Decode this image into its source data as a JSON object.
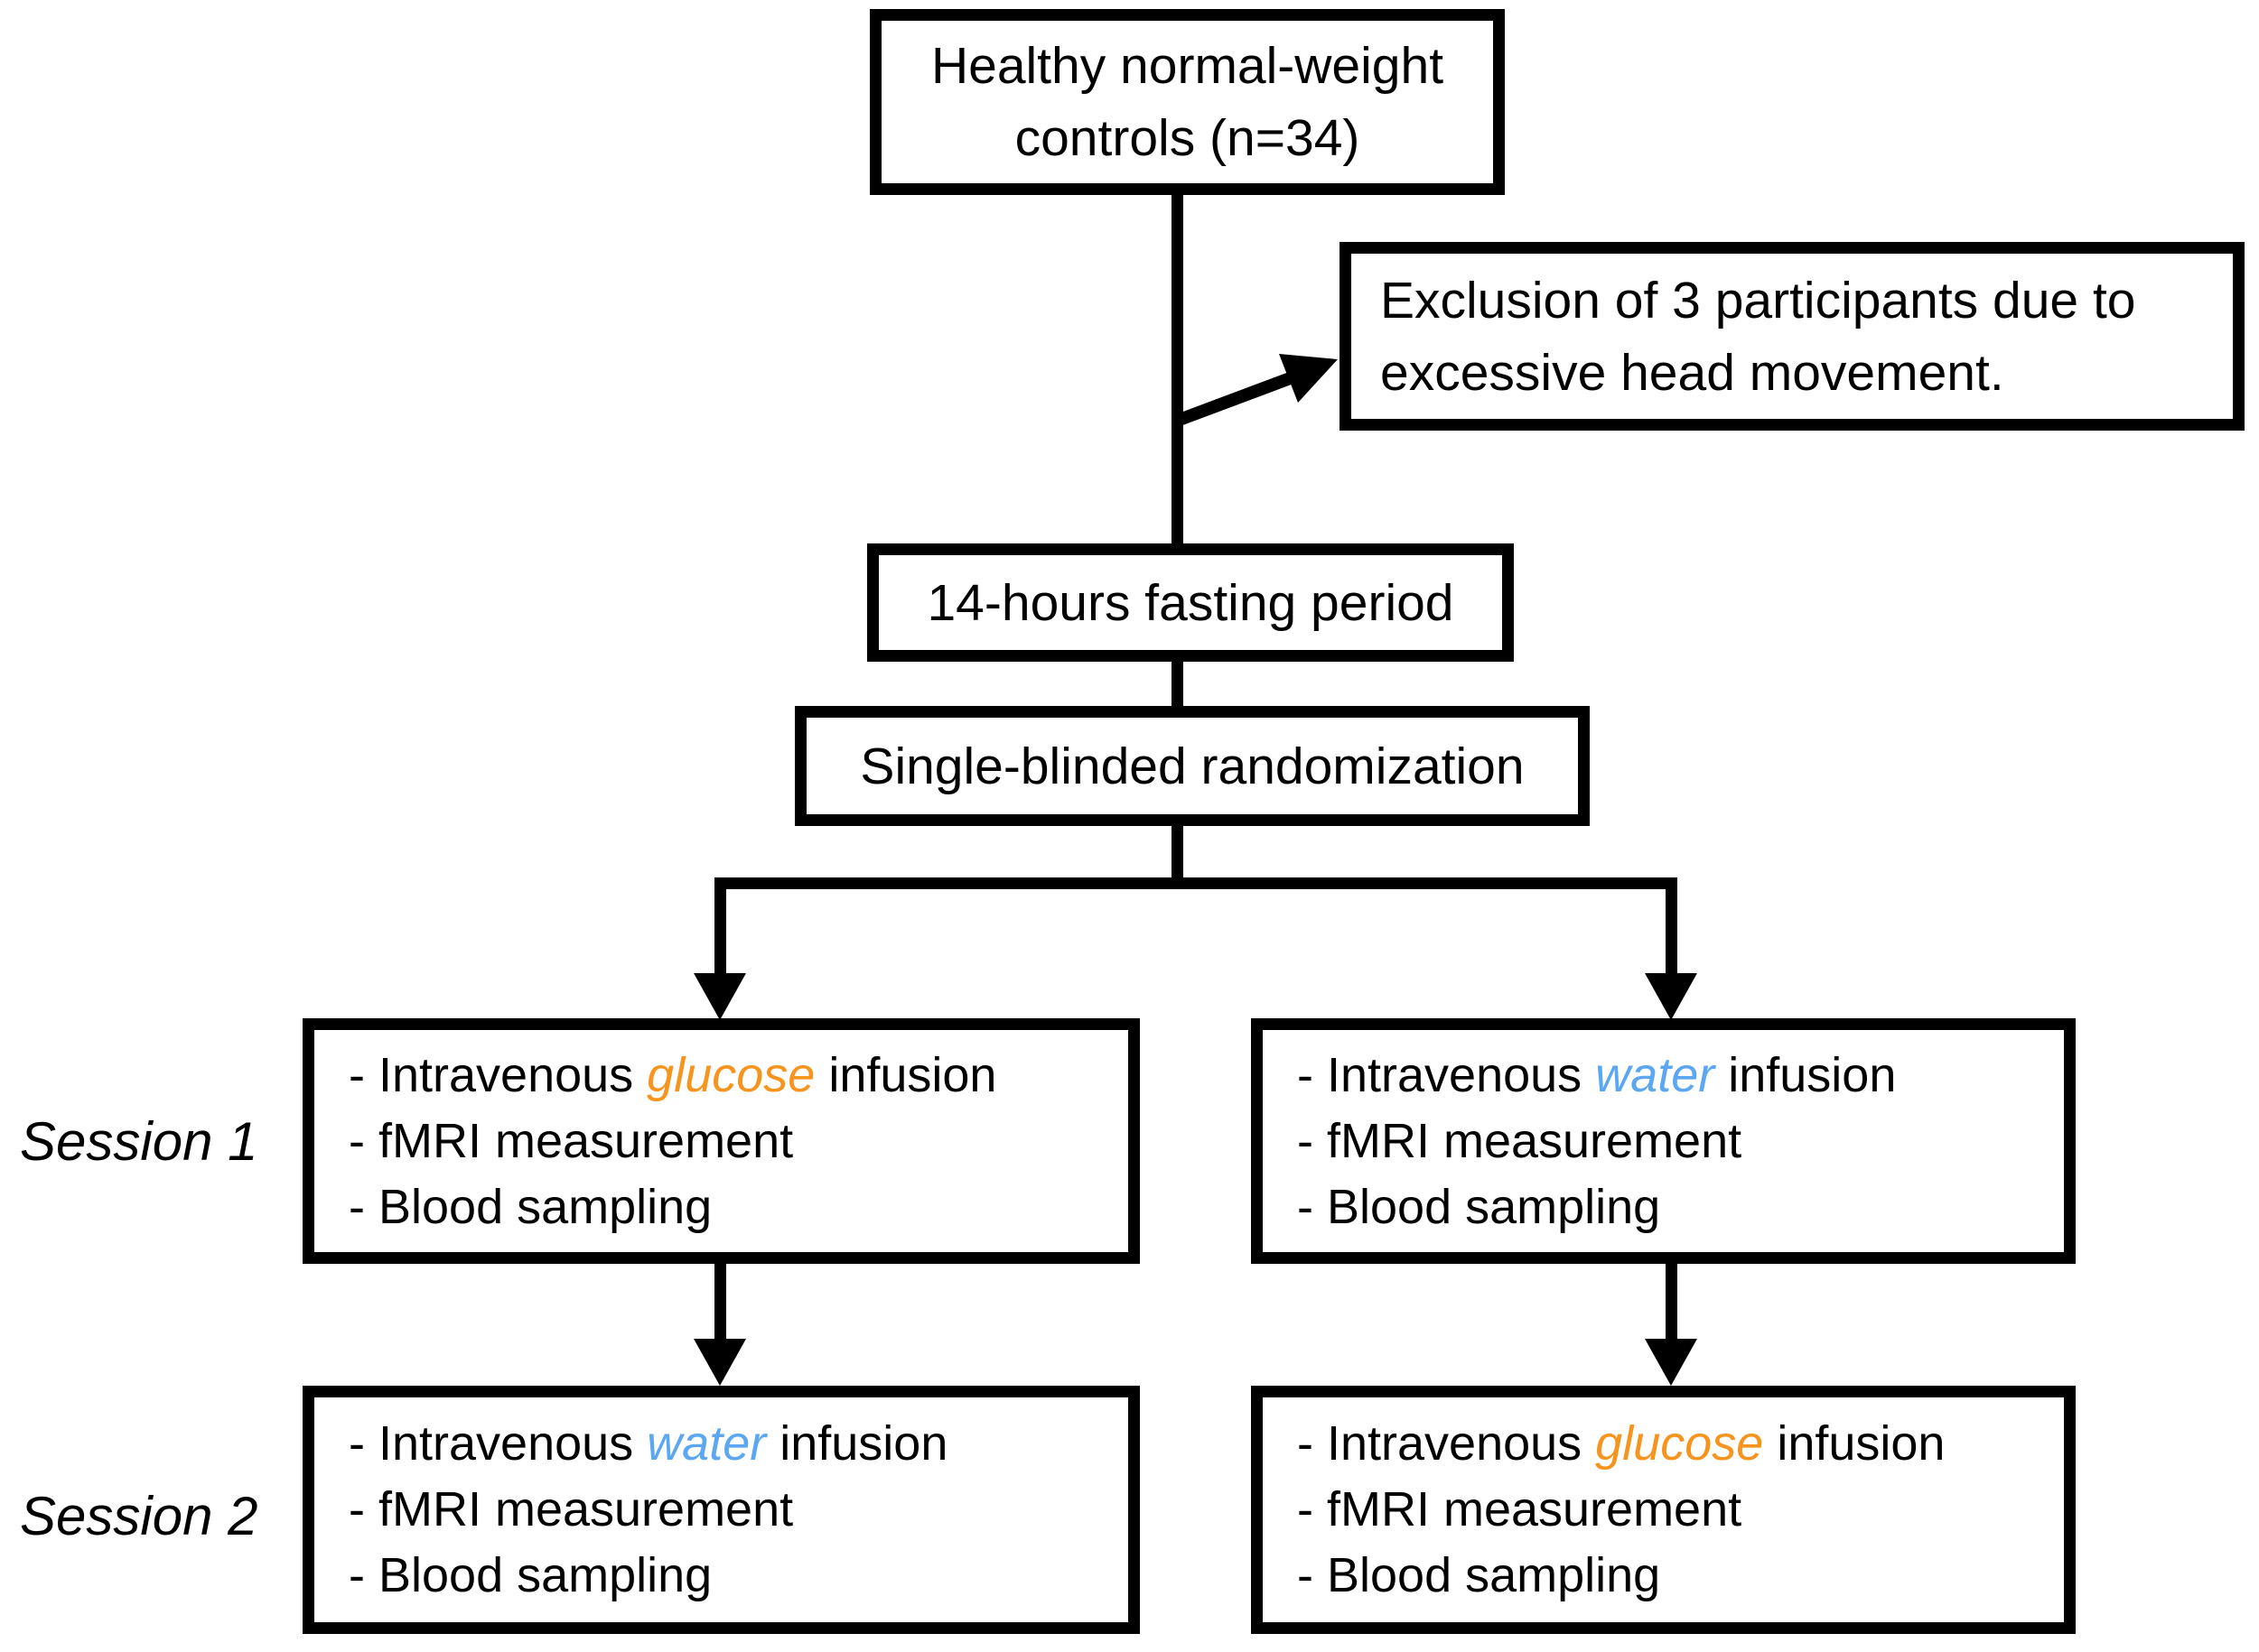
{
  "flow": {
    "colors": {
      "background": "#FFFFFF",
      "text": "#000000",
      "line": "#000000",
      "glucose": "#F7941E",
      "water": "#5BA7F2"
    },
    "top_box": {
      "line1": "Healthy normal-weight",
      "line2": "controls (n=34)"
    },
    "exclusion_box": {
      "line1": "Exclusion of 3 participants due to",
      "line2": "excessive head movement."
    },
    "fasting_box": {
      "text": "14-hours fasting period"
    },
    "randomization_box": {
      "text": "Single-blinded randomization"
    },
    "labels": {
      "session1": "Session 1",
      "session2": "Session 2"
    },
    "sessions": {
      "row1_left": {
        "infusion_pre": "- Intravenous ",
        "infusion_word": "glucose",
        "infusion_post": " infusion",
        "word_color": "#F7941E",
        "fmri": "- fMRI measurement",
        "blood": "- Blood sampling"
      },
      "row1_right": {
        "infusion_pre": "- Intravenous ",
        "infusion_word": "water",
        "infusion_post": " infusion",
        "word_color": "#5BA7F2",
        "fmri": "- fMRI measurement",
        "blood": "- Blood sampling"
      },
      "row2_left": {
        "infusion_pre": "- Intravenous ",
        "infusion_word": "water",
        "infusion_post": " infusion",
        "word_color": "#5BA7F2",
        "fmri": "- fMRI measurement",
        "blood": "- Blood sampling"
      },
      "row2_right": {
        "infusion_pre": "- Intravenous ",
        "infusion_word": "glucose",
        "infusion_post": " infusion",
        "word_color": "#F7941E",
        "fmri": "- fMRI measurement",
        "blood": "- Blood sampling"
      }
    }
  }
}
